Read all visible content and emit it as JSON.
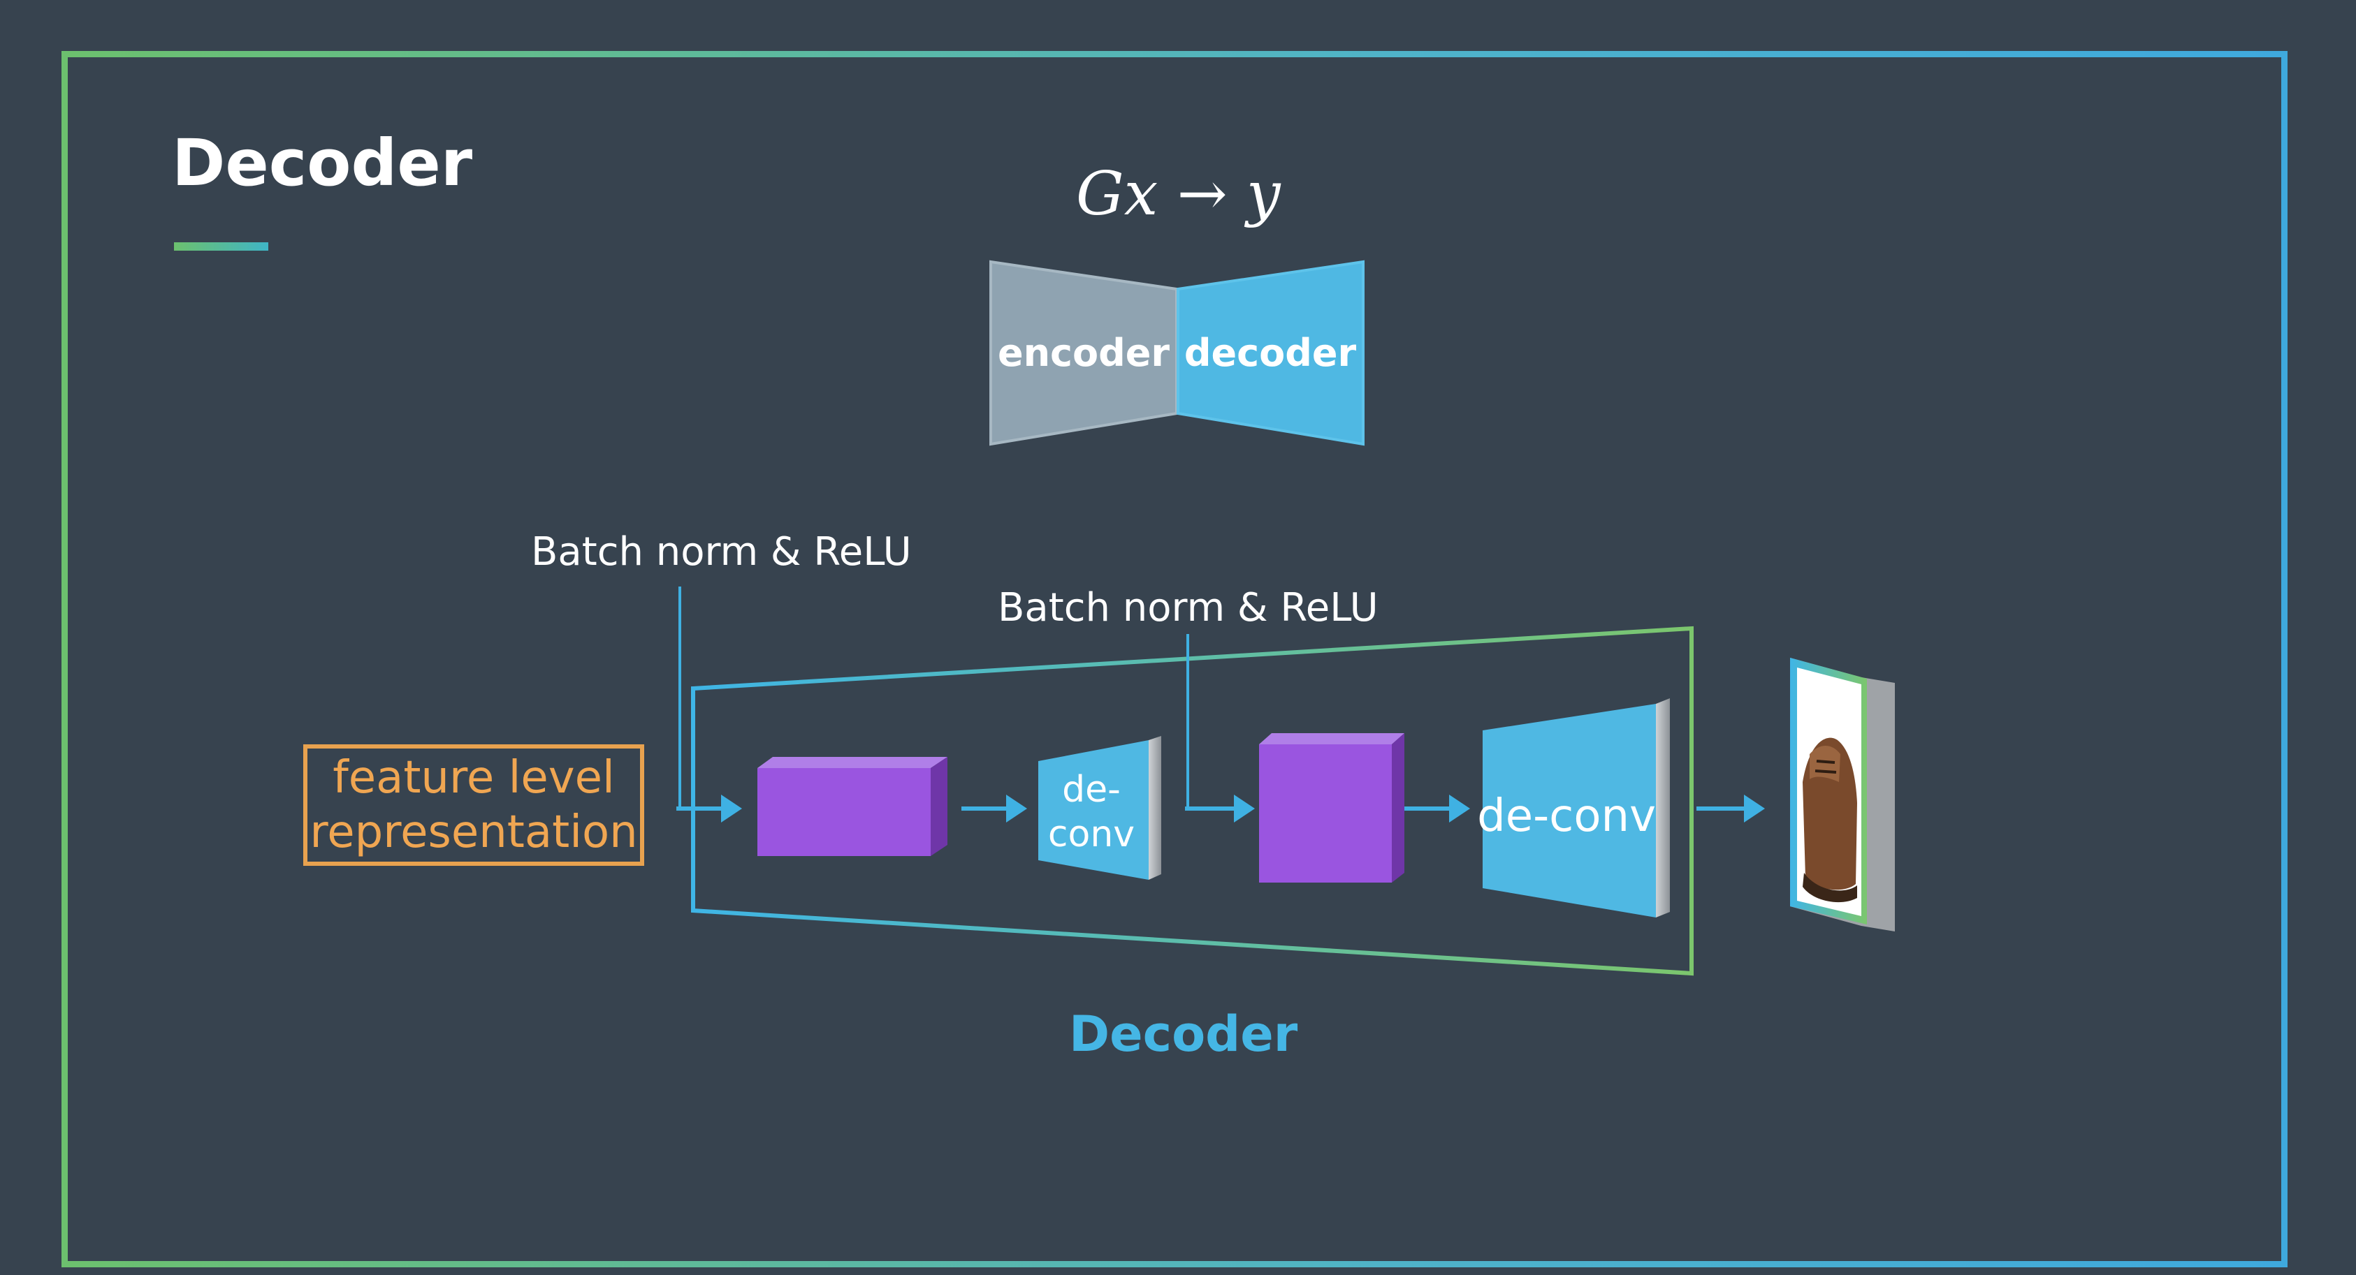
{
  "slide": {
    "title": "Decoder",
    "formula": {
      "g": "G",
      "sub": "x",
      "arrow": "→",
      "y": "y"
    }
  },
  "bowtie": {
    "encoder_label": "encoder",
    "decoder_label": "decoder"
  },
  "pipeline": {
    "input_label_line1": "feature level",
    "input_label_line2": "representation",
    "annotation_1": "Batch norm & ReLU",
    "annotation_2": "Batch norm & ReLU",
    "deconv_small_line1": "de-",
    "deconv_small_line2": "conv",
    "deconv_large": "de-conv",
    "caption": "Decoder"
  },
  "colors": {
    "background": "#37434f",
    "frame_green": "#6cc06e",
    "frame_blue": "#3fa9dd",
    "encoder_gray": "#8fa3b1",
    "decoder_blue": "#4fb8e3",
    "block_purple": "#9a55e0",
    "arrow_blue": "#3fb1e3",
    "label_orange": "#e8a24f",
    "caption_blue": "#45b6e5"
  },
  "icons": [
    "arrow-right-icon",
    "shoe-image"
  ]
}
